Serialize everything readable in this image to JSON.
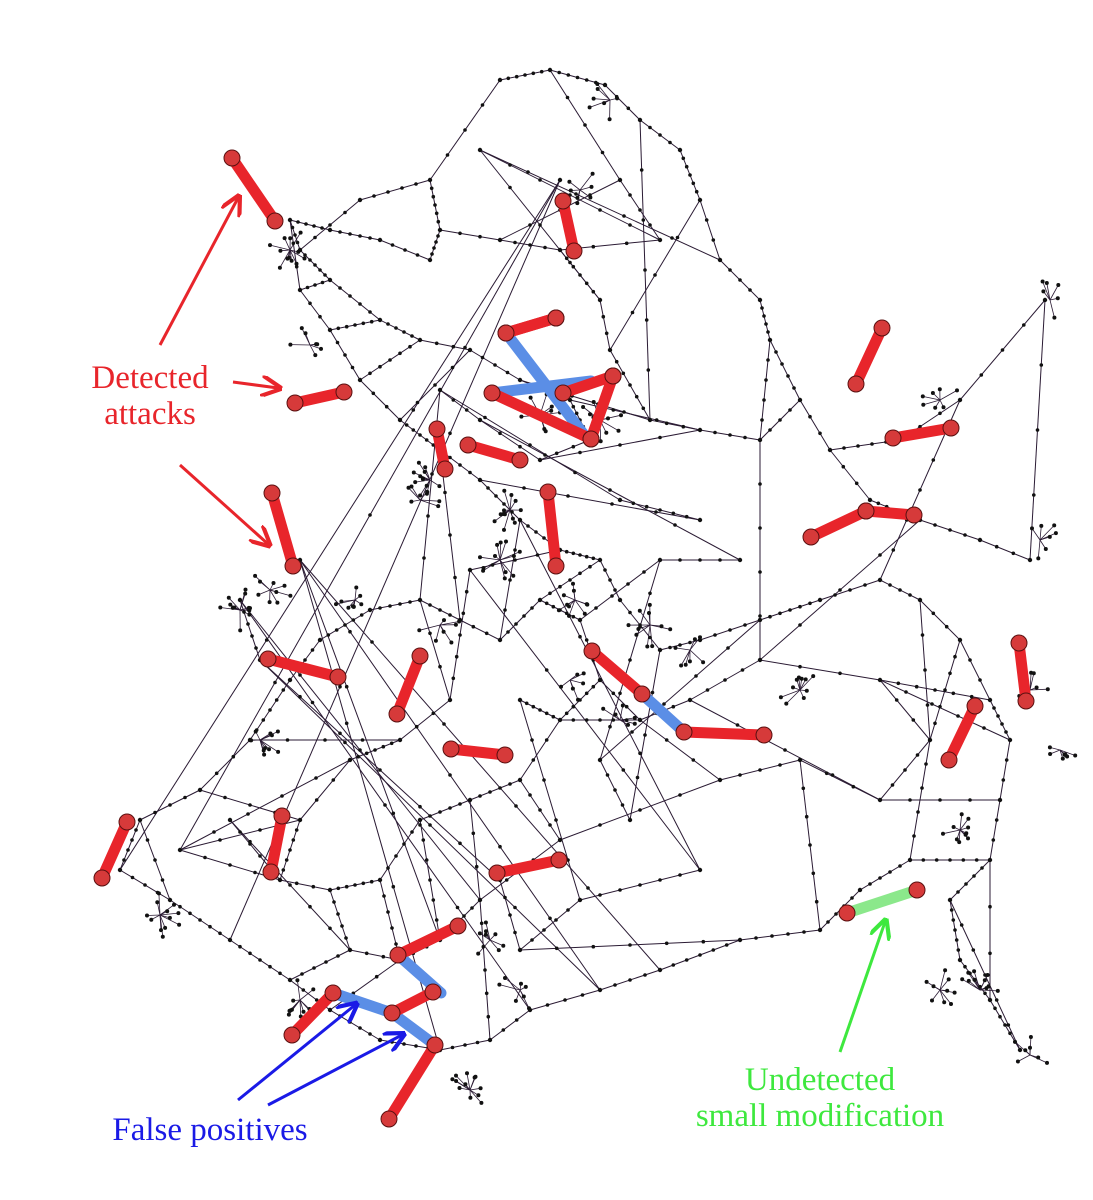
{
  "annotations": {
    "detected": [
      "Detected",
      "attacks"
    ],
    "false_positives": "False positives",
    "undetected": [
      "Undetected",
      "small modification"
    ]
  },
  "colors": {
    "detected": "#e8252b",
    "detected_node": "#d63a3a",
    "false_positive": "#5b8ee6",
    "undetected": "#8be88b",
    "undetected_arrow": "#3ee83e",
    "false_positive_arrow": "#1a1ae6",
    "graph_edge": "#2a1a33",
    "graph_node": "#111111"
  }
}
